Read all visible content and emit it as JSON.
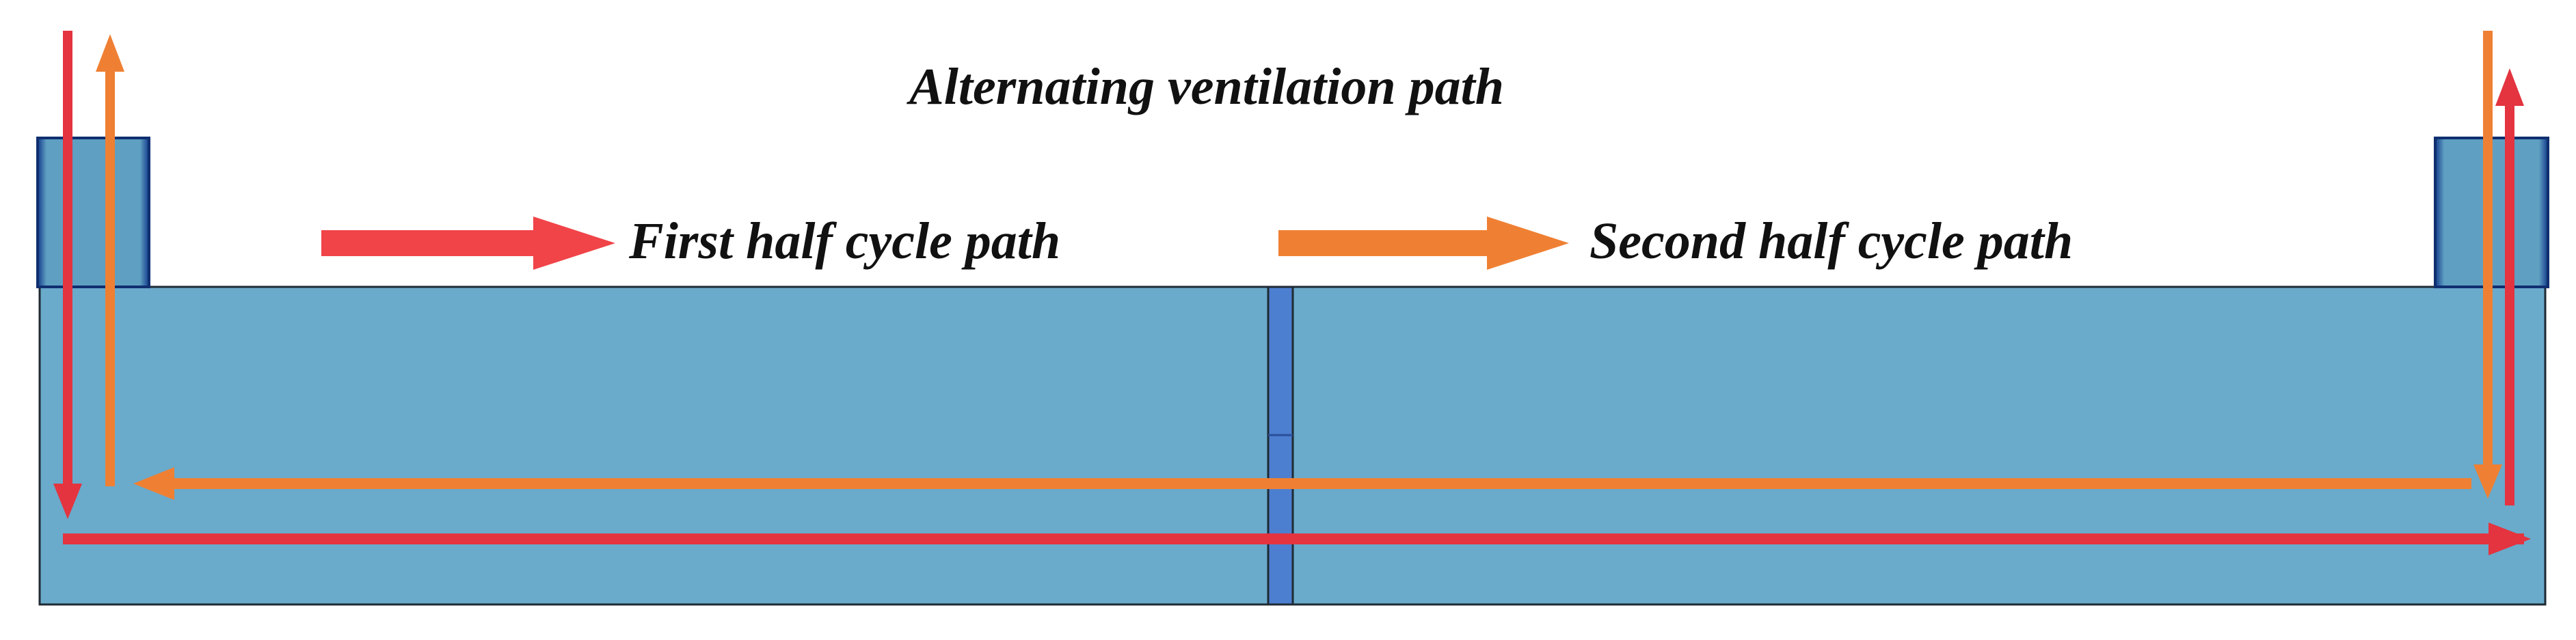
{
  "title": "Alternating ventilation path",
  "legend": {
    "first_half_label": "First half cycle path",
    "second_half_label": "Second half cycle path"
  },
  "colors": {
    "background": "#ffffff",
    "chamber_fill": "#6aaacb",
    "shaft_fill": "#5f9fc2",
    "divider_fill": "#4d7fd0",
    "outline": "#1f2a33",
    "first_half_path": "#e3343f",
    "second_half_path": "#ef8033"
  }
}
